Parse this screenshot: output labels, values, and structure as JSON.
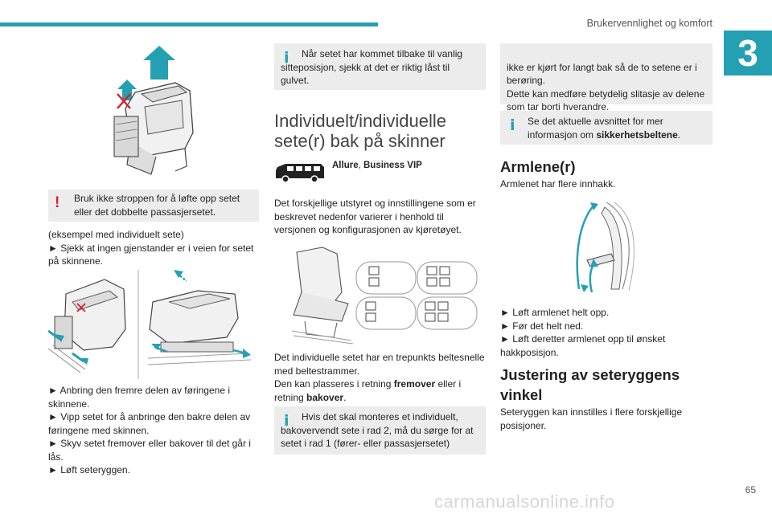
{
  "header": {
    "section_title": "Brukervennlighet og komfort",
    "chapter_number": "3",
    "page_number": "65"
  },
  "watermark": "carmanualsonline.info",
  "col1": {
    "warning": "Bruk ikke stroppen for å løfte opp setet eller det dobbelte passasjersetet.",
    "intro_lines": [
      "(eksempel med individuelt sete)",
      "► Sjekk at ingen gjenstander er i veien for setet på skinnene."
    ],
    "steps": [
      "► Anbring den fremre delen av føringene i skinnene.",
      "► Vipp setet for å anbringe den bakre delen av føringene med skinnen.",
      "► Skyv setet fremover eller bakover til det går i lås.",
      "► Løft seteryggen."
    ]
  },
  "col2": {
    "info_note": "Når setet har kommet tilbake til vanlig sitteposisjon, sjekk at det er riktig låst til gulvet.",
    "heading": "Individuelt/individuelle sete(r) bak på skinner",
    "version_label": "Allure, Business VIP",
    "version_bold_1": "Allure",
    "version_sep": ", ",
    "version_bold_2": "Business VIP",
    "para1": "Det forskjellige utstyret og innstillingene som er beskrevet nedenfor varierer i henhold til versjonen og konfigurasjonen av kjøretøyet.",
    "para2_line1": "Det individuelle setet har en trepunkts beltesnelle med beltestrammer.",
    "para2_line2_pre": "Den kan plasseres i retning ",
    "para2_bold1": "fremover",
    "para2_mid": " eller i retning ",
    "para2_bold2": "bakover",
    "para2_end": ".",
    "info_note2": "Hvis det skal monteres et individuelt, bakovervendt sete i rad 2, må du sørge for at setet i rad 1 (fører- eller passasjersetet)"
  },
  "col3": {
    "cont_note": "ikke er kjørt for langt bak så de to setene er i berøring.\nDette kan medføre betydelig slitasje av delene som tar borti hverandre.",
    "info_pre": "Se det aktuelle avsnittet for mer informasjon om ",
    "info_bold": "sikkerhetsbeltene",
    "info_end": ".",
    "heading_armrest": "Armlene(r)",
    "armrest_intro": "Armlenet har flere innhakk.",
    "armrest_steps": [
      "► Løft armlenet helt opp.",
      "► Før det helt ned.",
      "► Løft deretter armlenet opp til ønsket hakkposisjon."
    ],
    "heading_back": "Justering av seteryggens vinkel",
    "back_text": "Seteryggen kan innstilles i flere forskjellige posisjoner."
  },
  "colors": {
    "accent": "#25a0b2",
    "warning": "#d4202c",
    "note_bg": "#ececec"
  },
  "icons": {
    "warning": "exclamation-icon",
    "info": "info-icon"
  }
}
